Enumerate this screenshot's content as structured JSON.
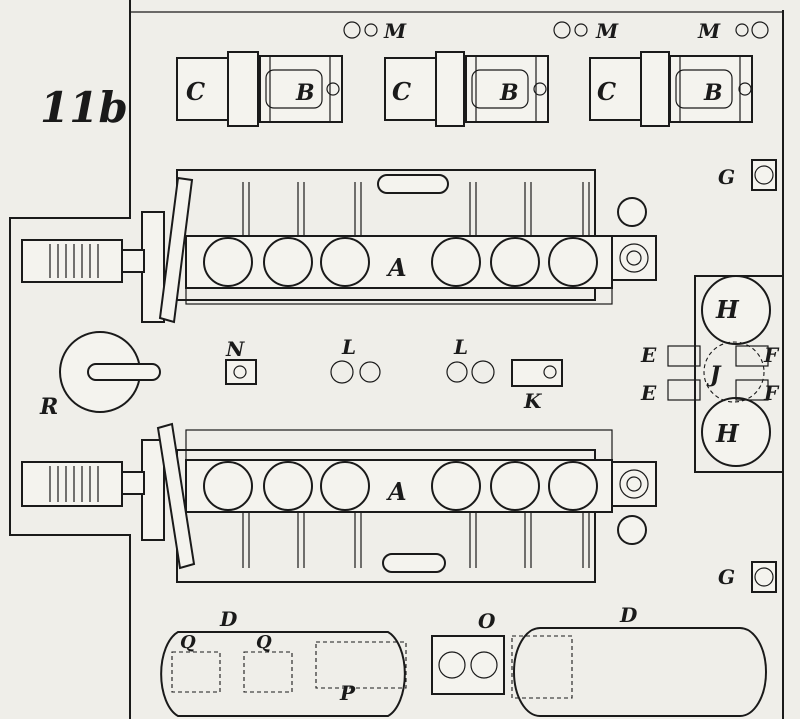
{
  "figure_number": "11b",
  "labels": {
    "A": "A",
    "B": "B",
    "C": "C",
    "D": "D",
    "E": "E",
    "F": "F",
    "G": "G",
    "H": "H",
    "J": "J",
    "K": "K",
    "L": "L",
    "M": "M",
    "N": "N",
    "O": "O",
    "P": "P",
    "Q": "Q",
    "R": "R"
  },
  "colors": {
    "ink": "#1a1a1a",
    "paper": "#efeee9"
  }
}
